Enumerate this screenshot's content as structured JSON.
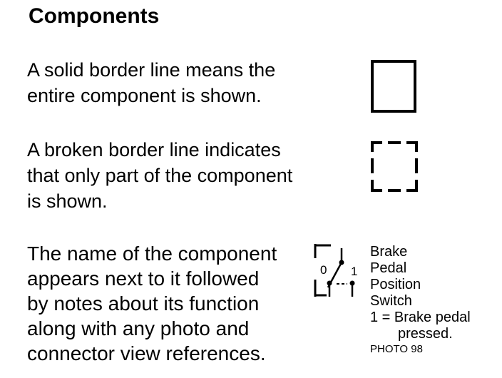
{
  "title": "Components",
  "solid_text": [
    "A solid border line means the",
    "entire component is shown."
  ],
  "broken_text": [
    "A broken border line indicates",
    "that only part of the component",
    "is shown."
  ],
  "name_text": [
    "The name of the component",
    "appears next to it followed",
    "by notes about its function",
    "along with any photo and",
    "connector view references."
  ],
  "switch": {
    "pos0": "0",
    "pos1": "1"
  },
  "component_label": {
    "lines": [
      "Brake",
      "Pedal",
      "Position",
      "Switch",
      "1 = Brake pedal"
    ],
    "indent_line": "pressed.",
    "photo_ref": "PHOTO 98"
  }
}
